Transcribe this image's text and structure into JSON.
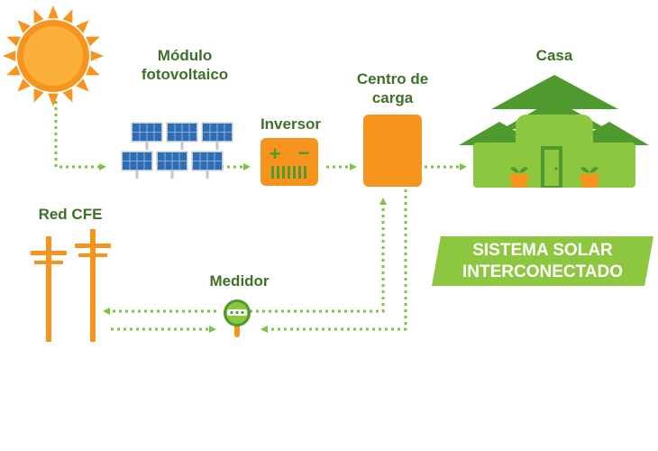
{
  "labels": {
    "modulo_line1": "Módulo",
    "modulo_line2": "fotovoltaico",
    "inversor": "Inversor",
    "centro_line1": "Centro de",
    "centro_line2": "carga",
    "casa": "Casa",
    "red_cfe": "Red CFE",
    "medidor": "Medidor"
  },
  "banner": {
    "line1": "SISTEMA SOLAR",
    "line2": "INTERCONECTADO"
  },
  "inverter_signs": {
    "plus": "+",
    "minus": "−"
  },
  "colors": {
    "green_dark": "#3f6f28",
    "green_mid": "#4f9a2f",
    "green_light": "#8dc63f",
    "flow": "#7dc242",
    "orange": "#f7941d",
    "panel_blue": "#2e6db4",
    "white": "#ffffff"
  }
}
